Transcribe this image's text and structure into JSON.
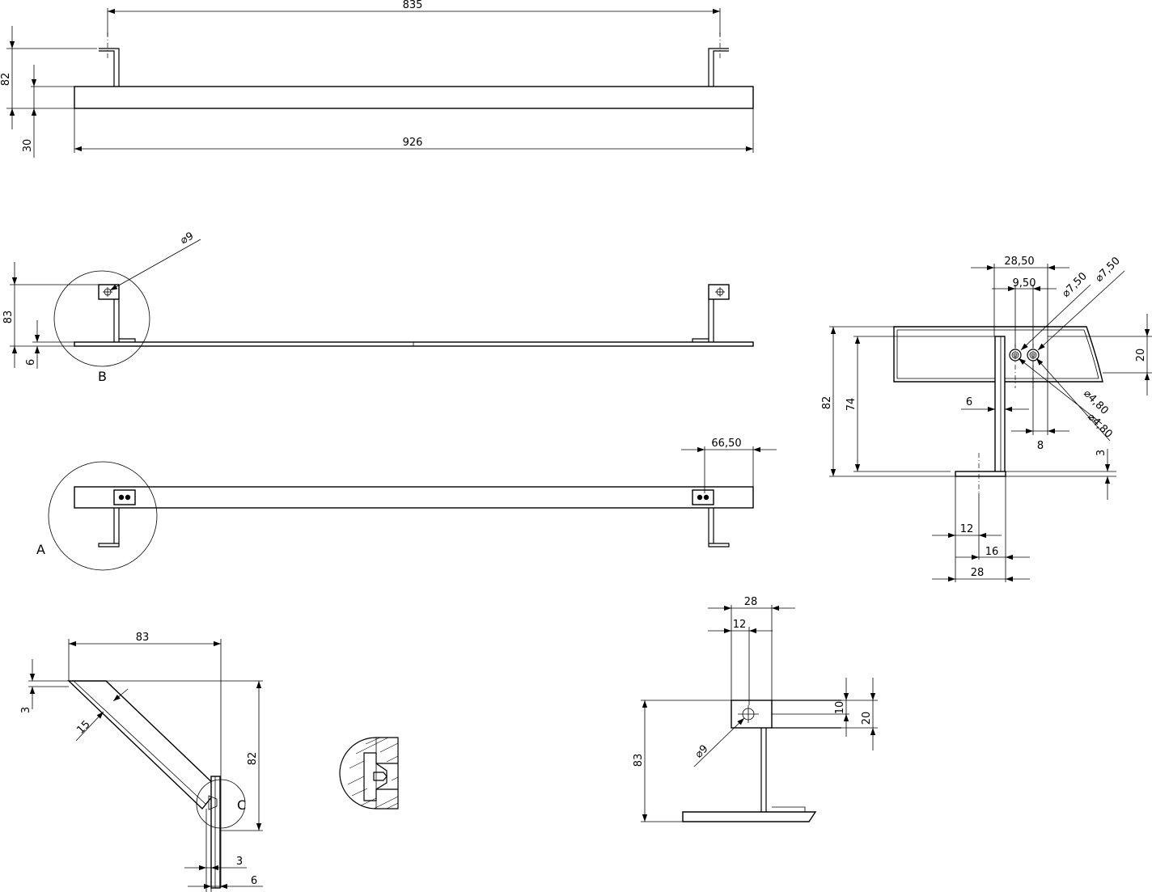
{
  "colors": {
    "line": "#000000",
    "background": "#ffffff"
  },
  "view_labels": {
    "detail_a": "A",
    "detail_b": "B",
    "detail_c": "C"
  },
  "dimensions": {
    "top_view": {
      "hole_spacing": "835",
      "overall_length": "926",
      "depth": "82",
      "bar_height": "30"
    },
    "front_view": {
      "hole_diameter": "⌀9",
      "height": "83",
      "bar_thickness": "6"
    },
    "bottom_view": {
      "bracket_offset": "66,50"
    },
    "side_section": {
      "width_28_50": "28,50",
      "width_9_50": "9,50",
      "dia_7_50_a": "⌀7,50",
      "dia_7_50_b": "⌀7,50",
      "height_20": "20",
      "height_82": "82",
      "height_74": "74",
      "width_6": "6",
      "width_8": "8",
      "dia_4_80_a": "⌀4,80",
      "dia_4_80_b": "⌀4,80",
      "thickness_3": "3",
      "width_12": "12",
      "width_16": "16",
      "width_28": "28"
    },
    "bracket_side": {
      "length_83": "83",
      "height_82": "82",
      "thickness_3": "3",
      "width_15": "15",
      "width_3": "3",
      "width_6": "6"
    },
    "bracket_front": {
      "width_28": "28",
      "width_12": "12",
      "height_10": "10",
      "height_20": "20",
      "height_83": "83",
      "hole_diameter": "⌀9"
    }
  }
}
